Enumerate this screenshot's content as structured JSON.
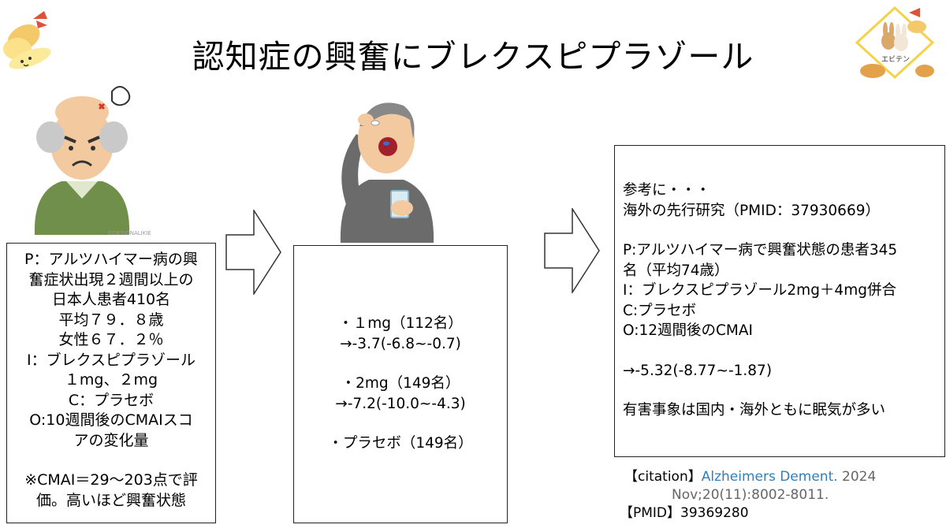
{
  "title": "認知症の興奮にブレクスピプラゾール",
  "logo": {
    "label": "エビテン"
  },
  "illustration_credit": "©DESIGNALIKIE",
  "box1": {
    "lines": [
      "P：アルツハイマー病の興",
      "奮症状出現２週間以上の",
      "日本人患者410名",
      "平均７９．８歳",
      "女性６７．２％",
      "I：ブレクスピプラゾール",
      "１mg、２mg",
      "C：プラセボ",
      "O:10週間後のCMAIスコ",
      "アの変化量"
    ],
    "note_lines": [
      "※CMAI＝29～203点で評",
      "価。高いほど興奮状態"
    ]
  },
  "box2": {
    "group1": [
      "・１mg（112名）",
      "→-3.7(-6.8~-0.7)"
    ],
    "group2": [
      "・2mg（149名）",
      "→-7.2(-10.0~-4.3)"
    ],
    "group3": [
      "・プラセボ（149名）"
    ]
  },
  "box3": {
    "intro": [
      "参考に・・・",
      "海外の先行研究（PMID：37930669）"
    ],
    "pico": [
      "P:アルツハイマー病で興奮状態の患者345",
      "名（平均74歳）",
      "I：ブレクスピプラゾール2mg＋4mg併合",
      "C:プラセボ",
      "O:12週間後のCMAI"
    ],
    "result": "→-5.32(-8.77~-1.87)",
    "adverse": "有害事象は国内・海外ともに眠気が多い"
  },
  "citation": {
    "label": "【citation】",
    "journal": "Alzheimers Dement.",
    "year": " 2024",
    "volume": "Nov;20(11):8002-8011.",
    "pmid_label": "【PMID】",
    "pmid": "39369280"
  }
}
